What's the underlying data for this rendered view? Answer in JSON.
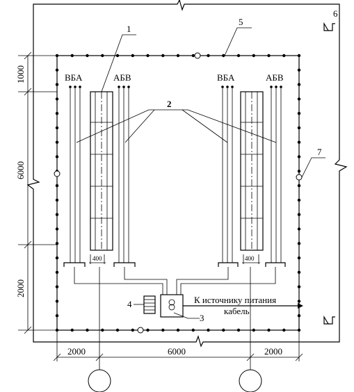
{
  "labels": {
    "phases_left_a": "ВБА",
    "phases_right_a": "АБВ",
    "phases_left_b": "ВБА",
    "phases_right_b": "АБВ",
    "callout_1": "1",
    "callout_2": "2",
    "callout_3": "3",
    "callout_4": "4",
    "callout_5": "5",
    "callout_6": "6",
    "callout_7": "7",
    "source_text": "К источнику питания",
    "cable_text": "кабель",
    "gap_left": "400",
    "gap_right": "400"
  },
  "dimensions": {
    "left_1000": "1000",
    "left_6000": "6000",
    "left_2000": "2000",
    "bottom_2000_left": "2000",
    "bottom_6000": "6000",
    "bottom_2000_right": "2000"
  }
}
